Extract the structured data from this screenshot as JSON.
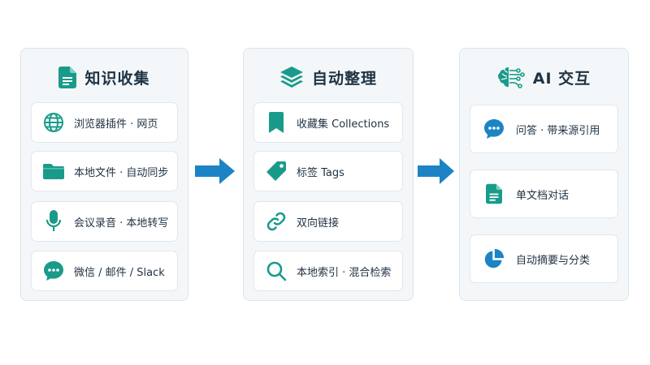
{
  "colors": {
    "accent": "#1a9b8a",
    "arrow": "#1c84c4",
    "panel_bg": "#f4f7f9",
    "panel_border": "#dde5ea"
  },
  "columns": [
    {
      "title": "知识收集",
      "icon": "document-icon",
      "items": [
        {
          "label": "浏览器插件 · 网页",
          "icon": "globe-icon"
        },
        {
          "label": "本地文件 · 自动同步",
          "icon": "folder-icon"
        },
        {
          "label": "会议录音 · 本地转写",
          "icon": "microphone-icon"
        },
        {
          "label": "微信 / 邮件 / Slack",
          "icon": "chat-icon"
        }
      ]
    },
    {
      "title": "自动整理",
      "icon": "layers-icon",
      "items": [
        {
          "label": "收藏集 Collections",
          "icon": "bookmark-icon"
        },
        {
          "label": "标签 Tags",
          "icon": "tag-icon"
        },
        {
          "label": "双向链接",
          "icon": "link-icon"
        },
        {
          "label": "本地索引 · 混合检索",
          "icon": "search-icon"
        }
      ]
    },
    {
      "title": "AI 交互",
      "icon": "brain-icon",
      "items": [
        {
          "label": "问答 · 带来源引用",
          "icon": "chat-icon"
        },
        {
          "label": "单文档对话",
          "icon": "document-icon"
        },
        {
          "label": "自动摘要与分类",
          "icon": "pie-chart-icon"
        }
      ]
    }
  ],
  "arrows": [
    "arrow-right-icon",
    "arrow-right-icon"
  ]
}
